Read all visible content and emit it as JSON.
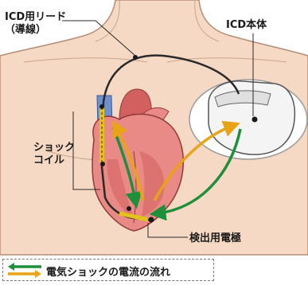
{
  "labels": {
    "lead_line1": "ICD用リード",
    "lead_line2": "（導線）",
    "device": "ICD本体",
    "coil_line1": "ショック",
    "coil_line2": "コイル",
    "sensing_electrode": "検出用電極"
  },
  "legend": {
    "text": "電気ショックの電流の流れ",
    "arrow_colors": [
      "#1e8f3a",
      "#e8a317"
    ]
  },
  "colors": {
    "skin": "#f6d9c4",
    "skin_outline": "#b58d74",
    "heart": "#e98a86",
    "heart_dark": "#d2605e",
    "vessel_blue": "#6f8fcf",
    "lead": "#2a2a2a",
    "coil": "#e3c21a",
    "device_body": "#f4f4f4",
    "green_arrow": "#1e8f3a",
    "orange_arrow": "#e8a317"
  },
  "icons": [
    "human-torso",
    "heart",
    "icd-device",
    "shock-coil",
    "lead-wire"
  ]
}
